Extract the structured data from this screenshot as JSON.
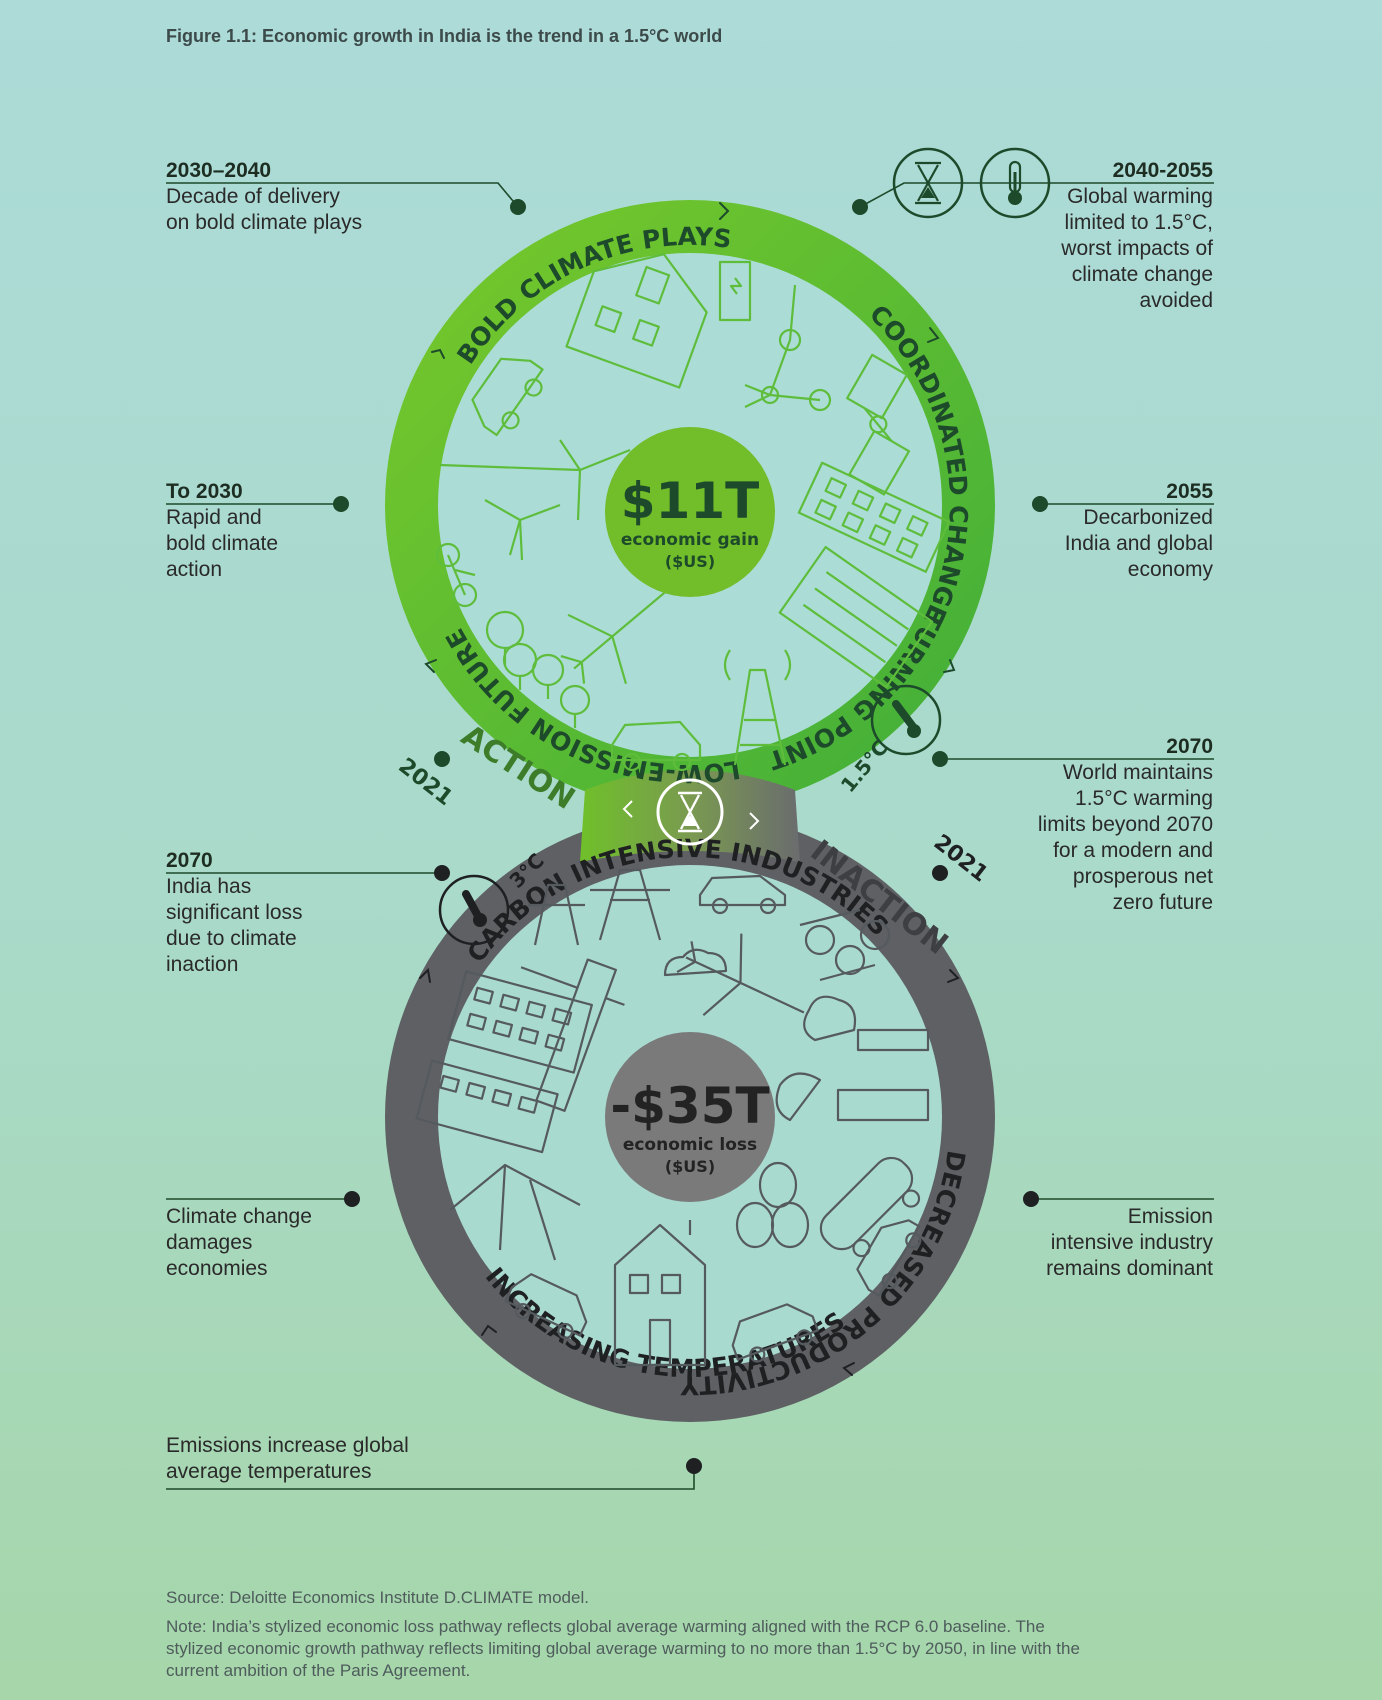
{
  "figure_title": "Figure 1.1: Economic growth in India is the trend in a 1.5°C world",
  "top_circle": {
    "value": "$11T",
    "caption_line1": "economic gain",
    "caption_line2": "($US)",
    "ring_labels": {
      "coordinated_change": "COORDINATED CHANGE",
      "turning_point": "TURNING POINT",
      "low_emission_future": "LOW-EMISSION FUTURE",
      "bold_climate_plays": "BOLD CLIMATE PLAYS",
      "action": "ACTION"
    },
    "start_year": "2021",
    "temperature": "1.5°C"
  },
  "bottom_circle": {
    "value": "-$35T",
    "caption_line1": "economic loss",
    "caption_line2": "($US)",
    "ring_labels": {
      "inaction": "INACTION",
      "carbon_intensive_industries": "CARBON INTENSIVE INDUSTRIES",
      "increasing_temperatures": "INCREASING TEMPERATURES",
      "decreased_productivity": "DECREASED PRODUCTIVITY"
    },
    "start_year": "2021",
    "temperature": "3°C"
  },
  "annotations": {
    "a2030_2040": {
      "heading": "2030–2040",
      "text": "Decade of delivery on bold climate plays"
    },
    "a2040_2055": {
      "heading": "2040-2055",
      "text": "Global warming limited to 1.5°C, worst impacts of climate change avoided"
    },
    "to2030": {
      "heading": "To 2030",
      "text": "Rapid and bold climate action"
    },
    "a2055": {
      "heading": "2055",
      "text": "Decarbonized India and global economy"
    },
    "a2070_top": {
      "heading": "2070",
      "text": "World maintains 1.5°C warming limits beyond 2070 for a modern and prosperous net zero future"
    },
    "a2070_bottom": {
      "heading": "2070",
      "text": "India has significant loss due to climate inaction"
    },
    "damages": {
      "text": "Climate change damages economies"
    },
    "emission_intensive": {
      "text": "Emission intensive industry remains dominant"
    },
    "emissions_increase": {
      "text": "Emissions increase global average temperatures"
    }
  },
  "source": "Source: Deloitte Economics Institute D.CLIMATE model.",
  "note": "Note: India’s stylized economic loss pathway reflects global average warming aligned with the RCP 6.0 baseline. The stylized economic growth pathway reflects limiting global average warming to no more than 1.5°C by 2050, in line with the current ambition of the Paris Agreement.",
  "colors": {
    "green_ring": "#5cbf2a",
    "green_center": "#72be2a",
    "dark_green": "#1d4a2a",
    "grey_ring": "#5e6064",
    "grey_center": "#7a7a7a",
    "icon_green": "#5fbd3c",
    "icon_grey": "#555a5e"
  }
}
